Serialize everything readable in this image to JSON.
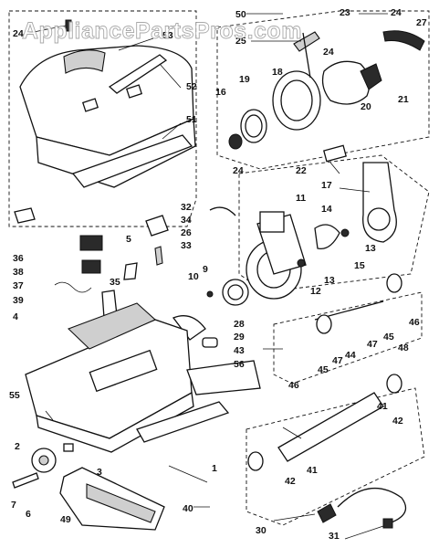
{
  "watermark": {
    "text": "AppliancePartsPros.com"
  },
  "callouts": [
    {
      "id": "c24a",
      "label": "24"
    },
    {
      "id": "c53",
      "label": "53"
    },
    {
      "id": "c52",
      "label": "52"
    },
    {
      "id": "c51",
      "label": "51"
    },
    {
      "id": "c50",
      "label": "50"
    },
    {
      "id": "c25",
      "label": "25"
    },
    {
      "id": "c23",
      "label": "23"
    },
    {
      "id": "c24b",
      "label": "24"
    },
    {
      "id": "c27",
      "label": "27"
    },
    {
      "id": "c24c",
      "label": "24"
    },
    {
      "id": "c16",
      "label": "16"
    },
    {
      "id": "c19",
      "label": "19"
    },
    {
      "id": "c18",
      "label": "18"
    },
    {
      "id": "c20",
      "label": "20"
    },
    {
      "id": "c21",
      "label": "21"
    },
    {
      "id": "c22",
      "label": "22"
    },
    {
      "id": "c17",
      "label": "17"
    },
    {
      "id": "c24d",
      "label": "24"
    },
    {
      "id": "c11",
      "label": "11"
    },
    {
      "id": "c14",
      "label": "14"
    },
    {
      "id": "c13a",
      "label": "13"
    },
    {
      "id": "c15",
      "label": "15"
    },
    {
      "id": "c13b",
      "label": "13"
    },
    {
      "id": "c12",
      "label": "12"
    },
    {
      "id": "c32",
      "label": "32"
    },
    {
      "id": "c34",
      "label": "34"
    },
    {
      "id": "c26",
      "label": "26"
    },
    {
      "id": "c33",
      "label": "33"
    },
    {
      "id": "c36",
      "label": "36"
    },
    {
      "id": "c38",
      "label": "38"
    },
    {
      "id": "c37",
      "label": "37"
    },
    {
      "id": "c39",
      "label": "39"
    },
    {
      "id": "c5",
      "label": "5"
    },
    {
      "id": "c35",
      "label": "35"
    },
    {
      "id": "c10",
      "label": "10"
    },
    {
      "id": "c9",
      "label": "9"
    },
    {
      "id": "c4",
      "label": "4"
    },
    {
      "id": "c28",
      "label": "28"
    },
    {
      "id": "c29",
      "label": "29"
    },
    {
      "id": "c43",
      "label": "43"
    },
    {
      "id": "c46a",
      "label": "46"
    },
    {
      "id": "c45a",
      "label": "45"
    },
    {
      "id": "c47a",
      "label": "47"
    },
    {
      "id": "c44",
      "label": "44"
    },
    {
      "id": "c45b",
      "label": "45"
    },
    {
      "id": "c47b",
      "label": "47"
    },
    {
      "id": "c46b",
      "label": "46"
    },
    {
      "id": "c48",
      "label": "48"
    },
    {
      "id": "c56",
      "label": "56"
    },
    {
      "id": "c55",
      "label": "55"
    },
    {
      "id": "c2",
      "label": "2"
    },
    {
      "id": "c1",
      "label": "1"
    },
    {
      "id": "c3",
      "label": "3"
    },
    {
      "id": "c41a",
      "label": "41"
    },
    {
      "id": "c42a",
      "label": "42"
    },
    {
      "id": "c41b",
      "label": "41"
    },
    {
      "id": "c42b",
      "label": "42"
    },
    {
      "id": "c7",
      "label": "7"
    },
    {
      "id": "c6",
      "label": "6"
    },
    {
      "id": "c49",
      "label": "49"
    },
    {
      "id": "c40",
      "label": "40"
    },
    {
      "id": "c30",
      "label": "30"
    },
    {
      "id": "c31",
      "label": "31"
    }
  ]
}
